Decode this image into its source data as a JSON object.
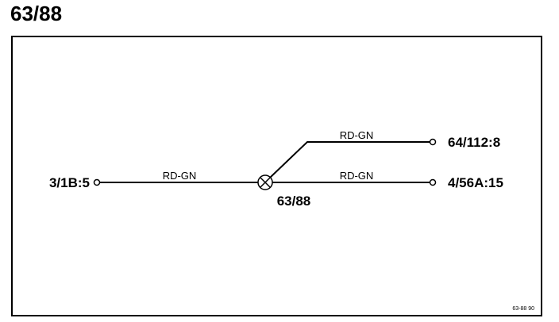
{
  "title": "63/88",
  "diagram": {
    "splice_label": "63/88",
    "left_connector": {
      "label": "3/1B:5",
      "wire": "RD-GN"
    },
    "right_connectors": [
      {
        "label": "64/112:8",
        "wire": "RD-GN"
      },
      {
        "label": "4/56A:15",
        "wire": "RD-GN"
      }
    ],
    "reference": "63-88  90"
  },
  "colors": {
    "line": "#000000",
    "background": "#ffffff"
  }
}
